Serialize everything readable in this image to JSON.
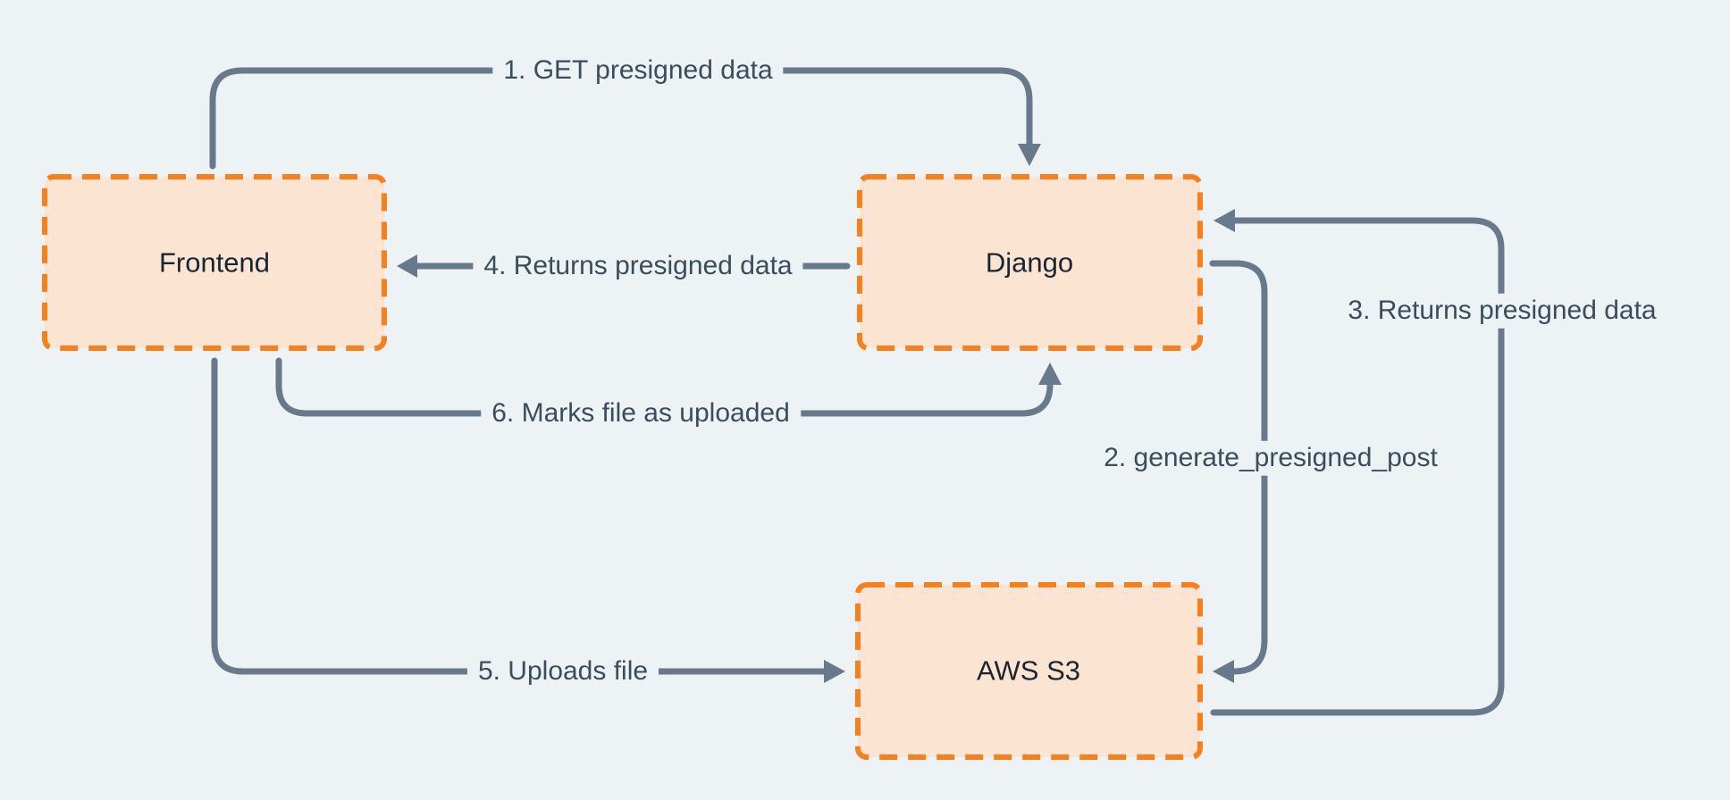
{
  "colors": {
    "background": "#edf2f5",
    "node_fill": "#fce4d3",
    "node_border": "#f6801c",
    "connector": "#68798b",
    "edge_text": "#3b4c5b",
    "node_text": "#1b2531"
  },
  "nodes": [
    {
      "id": "frontend",
      "label": "Frontend"
    },
    {
      "id": "django",
      "label": "Django"
    },
    {
      "id": "aws-s3",
      "label": "AWS S3"
    }
  ],
  "edges": [
    {
      "id": "step-1",
      "from": "frontend",
      "to": "django",
      "label": "1. GET presigned data"
    },
    {
      "id": "step-2",
      "from": "django",
      "to": "aws-s3",
      "label": "2. generate_presigned_post"
    },
    {
      "id": "step-3",
      "from": "aws-s3",
      "to": "django",
      "label": "3. Returns presigned data"
    },
    {
      "id": "step-4",
      "from": "django",
      "to": "frontend",
      "label": "4. Returns presigned data"
    },
    {
      "id": "step-5",
      "from": "frontend",
      "to": "aws-s3",
      "label": "5. Uploads file"
    },
    {
      "id": "step-6",
      "from": "frontend",
      "to": "django",
      "label": "6. Marks file as  uploaded"
    }
  ]
}
